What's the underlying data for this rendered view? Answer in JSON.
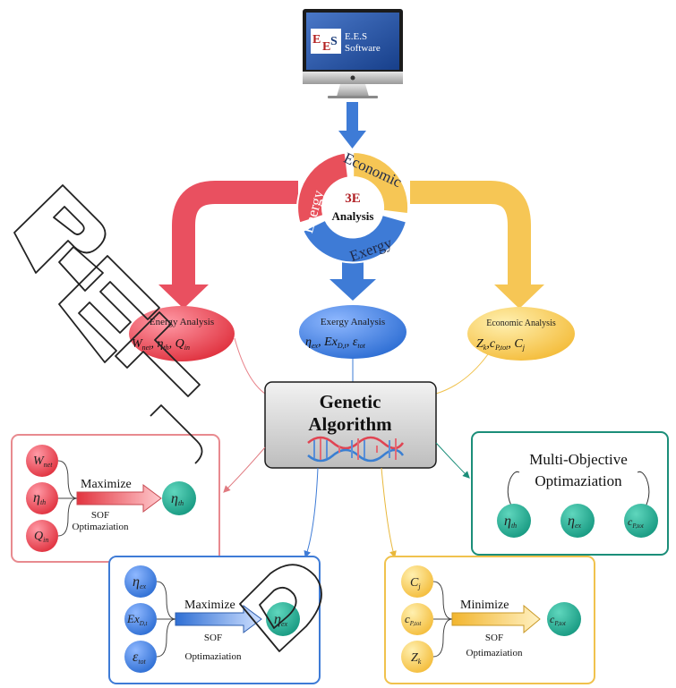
{
  "computer": {
    "logo_letters": "EES",
    "line1": "E.E.S",
    "line2": "Software"
  },
  "wheel": {
    "center_top": "3E",
    "center_bottom": "Analysis",
    "segments": [
      "Energy",
      "Economic",
      "Exergy"
    ],
    "colors": {
      "energy": "#E8505B",
      "economic": "#F6C655",
      "exergy": "#3E7BD6"
    }
  },
  "analyses": {
    "energy": {
      "title": "Energy Analysis",
      "vars": [
        "W",
        "net",
        "η",
        "th",
        "Q",
        "in"
      ]
    },
    "exergy": {
      "title": "Exergy Analysis",
      "vars": [
        "η",
        "ex",
        "Ex",
        "D,t",
        "ε",
        "tot"
      ]
    },
    "economic": {
      "title": "Economic Analysis",
      "vars": [
        "Z",
        "k",
        "c",
        "P,tot",
        "C",
        "j"
      ]
    }
  },
  "ga": {
    "line1": "Genetic",
    "line2": "Algorithm"
  },
  "energy_box": {
    "inputs": [
      {
        "sym": "W",
        "sub": "net"
      },
      {
        "sym": "η",
        "sub": "th"
      },
      {
        "sym": "Q",
        "sub": "in"
      }
    ],
    "action": "Maximize",
    "method_line1": "SOF",
    "method_line2": "Optimaziation",
    "output": {
      "sym": "η",
      "sub": "th"
    }
  },
  "exergy_box": {
    "inputs": [
      {
        "sym": "η",
        "sub": "ex"
      },
      {
        "sym": "Ex",
        "sub": "D,t"
      },
      {
        "sym": "ε",
        "sub": "tot"
      }
    ],
    "action": "Maximize",
    "method_line1": "SOF",
    "method_line2": "Optimaziation",
    "output": {
      "sym": "η",
      "sub": "ex"
    }
  },
  "economic_box": {
    "inputs": [
      {
        "sym": "C",
        "sub": "j"
      },
      {
        "sym": "c",
        "sub": "P,tot"
      },
      {
        "sym": "Z",
        "sub": "k"
      }
    ],
    "action": "Minimize",
    "method_line1": "SOF",
    "method_line2": "Optimaziation",
    "output": {
      "sym": "c",
      "sub": "P,tot"
    }
  },
  "multi_box": {
    "line1": "Multi-Objective",
    "line2": "Optimaziation",
    "circles": [
      {
        "sym": "η",
        "sub": "th"
      },
      {
        "sym": "η",
        "sub": "ex"
      },
      {
        "sym": "c",
        "sub": "P,tot"
      }
    ]
  },
  "watermark": "RETRACTED"
}
